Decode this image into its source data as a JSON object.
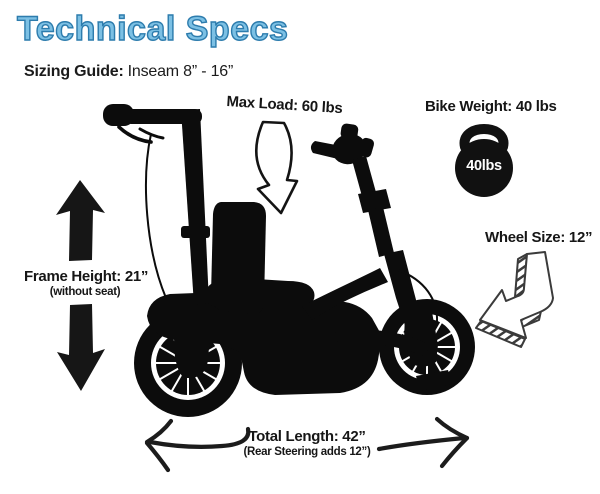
{
  "title": "Technical Specs",
  "sizing_guide": {
    "label": "Sizing Guide:",
    "value": "Inseam 8” - 16”"
  },
  "annotations": {
    "max_load": "Max Load: 60 lbs",
    "bike_weight": "Bike Weight: 40 lbs",
    "kettlebell_weight": "40lbs",
    "wheel_size": "Wheel Size: 12”",
    "frame_height": "Frame Height: 21”",
    "frame_height_note": "(without seat)",
    "total_length": "Total Length: 42”",
    "total_length_note": "(Rear Steering adds 12”)"
  },
  "icons": {
    "max_load_arrow": "hollow-curved-down-arrow",
    "bike_weight_icon": "kettlebell",
    "wheel_size_arrow": "hatched-bent-arrow-down-left",
    "frame_height_arrows": "solid-up-and-down-block-arrows",
    "total_length_arrows": "sketch-left-and-right-arrows",
    "subject": "adaptive-trike-silhouette"
  },
  "colors": {
    "background": "#ffffff",
    "ink": "#0c0c0c",
    "title_fill": "#7cc0e4",
    "title_outline": "#2d7cad"
  }
}
